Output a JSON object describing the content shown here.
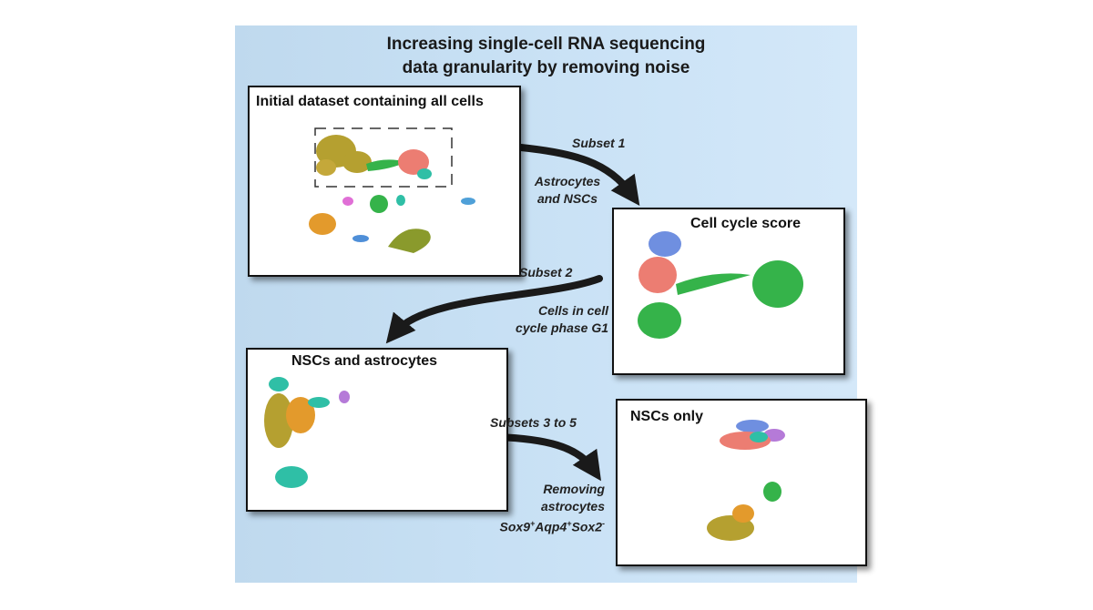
{
  "title": {
    "line1": "Increasing single-cell RNA sequencing",
    "line2": "data granularity by removing noise"
  },
  "panels": {
    "initial": {
      "title": "Initial dataset containing all cells"
    },
    "cell_cycle": {
      "title": "Cell cycle score"
    },
    "nsc_astro": {
      "title": "NSCs and astrocytes"
    },
    "nsc_only": {
      "title": "NSCs only"
    }
  },
  "steps": {
    "subset1": {
      "name": "Subset 1",
      "desc_line1": "Astrocytes",
      "desc_line2": "and NSCs"
    },
    "subset2": {
      "name": "Subset 2",
      "desc_line1": "Cells in cell",
      "desc_line2": "cycle phase G1"
    },
    "subset3": {
      "name": "Subsets 3 to 5",
      "desc_line1": "Removing",
      "desc_line2": "astrocytes",
      "marker1": "Sox9",
      "marker1_sign": "+",
      "marker2": "Aqp4",
      "marker2_sign": "+",
      "marker3": "Sox2",
      "marker3_sign": "-"
    }
  },
  "colors": {
    "background_left": "#bfd9ee",
    "background_right": "#d4e8f9",
    "cluster_olive": "#b5a030",
    "cluster_salmon": "#ec7d72",
    "cluster_green": "#35b34a",
    "cluster_teal": "#2fbfa6",
    "cluster_orange": "#e39a2c",
    "cluster_blue": "#6f8fe0",
    "cluster_purple": "#b57ad8",
    "cluster_magenta": "#e06fd6",
    "cluster_olive_dark": "#8a9a2c",
    "arrow": "#1a1a1a"
  }
}
